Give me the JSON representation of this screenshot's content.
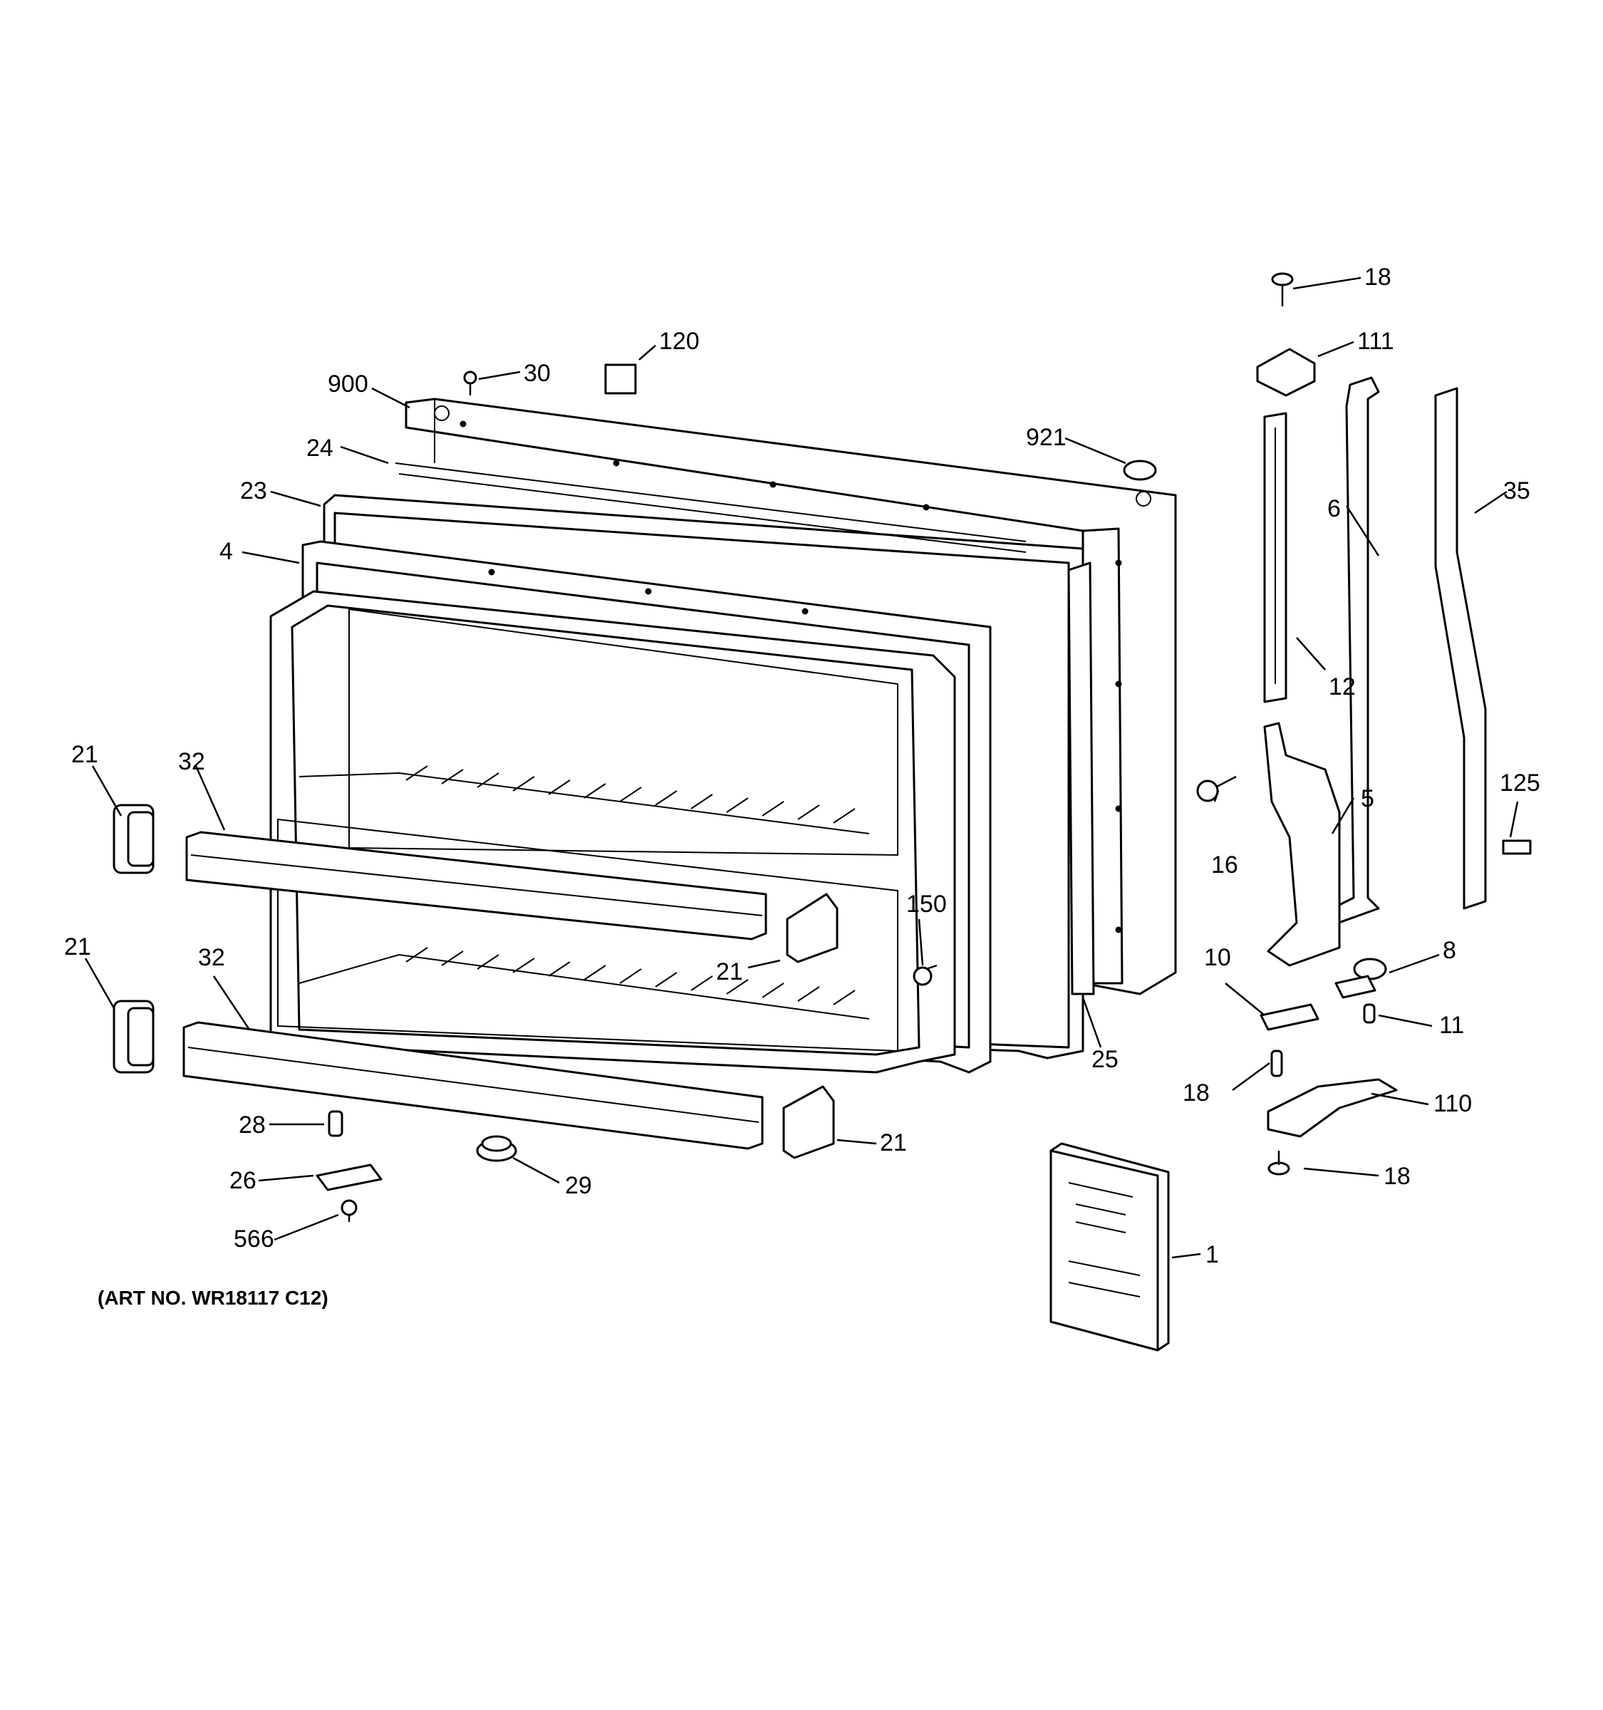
{
  "diagram": {
    "art_number": "(ART NO. WR18117 C12)",
    "callouts": [
      "900",
      "30",
      "120",
      "24",
      "23",
      "4",
      "921",
      "18",
      "111",
      "6",
      "35",
      "12",
      "21",
      "32",
      "5",
      "125",
      "16",
      "150",
      "21",
      "21",
      "32",
      "10",
      "8",
      "11",
      "25",
      "18",
      "110",
      "28",
      "21",
      "26",
      "29",
      "18",
      "566",
      "1"
    ]
  }
}
